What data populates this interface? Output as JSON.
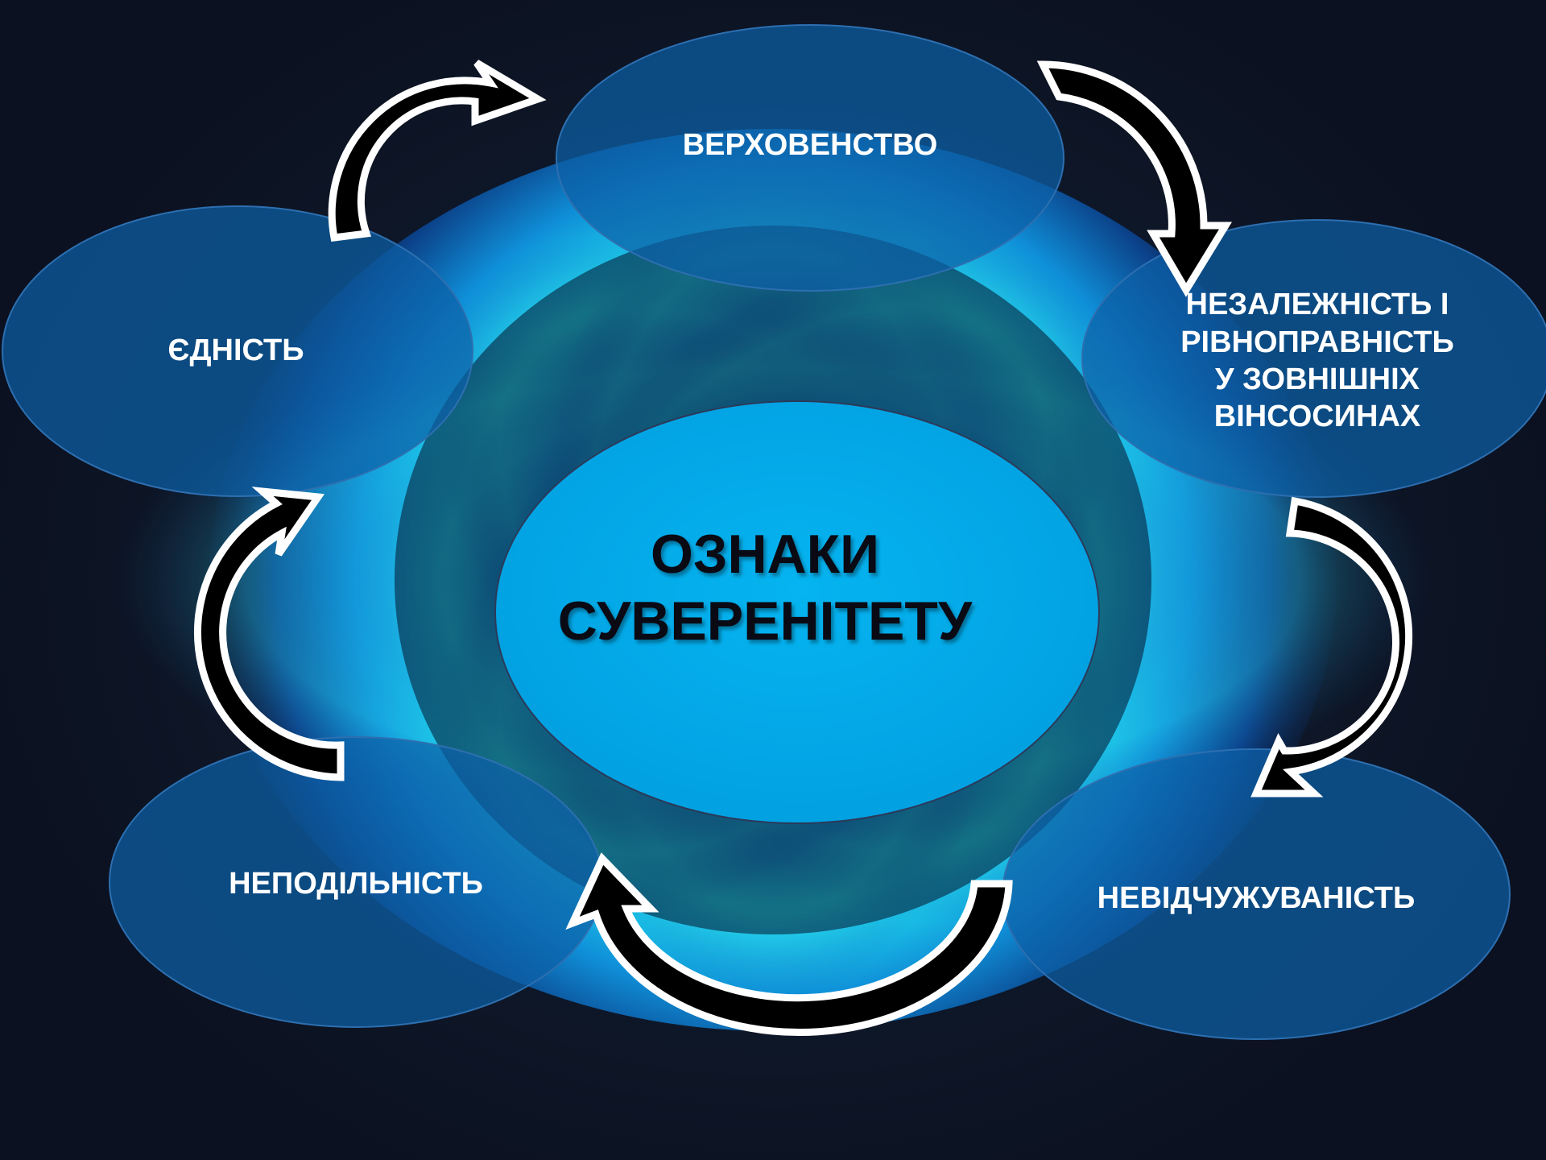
{
  "center": {
    "line1": "ОЗНАКИ",
    "line2": "СУВЕРЕНІТЕТУ"
  },
  "nodes": {
    "supremacy": "ВЕРХОВЕНСТВО",
    "independence": {
      "line1": "НЕЗАЛЕЖНІСТЬ І",
      "line2": "РІВНОПРАВНІСТЬ",
      "line3": "У ЗОВНІШНІХ",
      "line4": "ВІНСОСИНАХ"
    },
    "inalienability": "НЕВІДЧУЖУВАНІСТЬ",
    "indivisibility": "НЕПОДІЛЬНІСТЬ",
    "unity": "ЄДНІСТЬ"
  },
  "colors": {
    "background": "#0c1322",
    "center_fill": "#02aeec",
    "node_fill": "#0d5fa6",
    "glow": "#22e3f0",
    "arrow_fill": "#000000",
    "arrow_outline": "#ffffff"
  }
}
